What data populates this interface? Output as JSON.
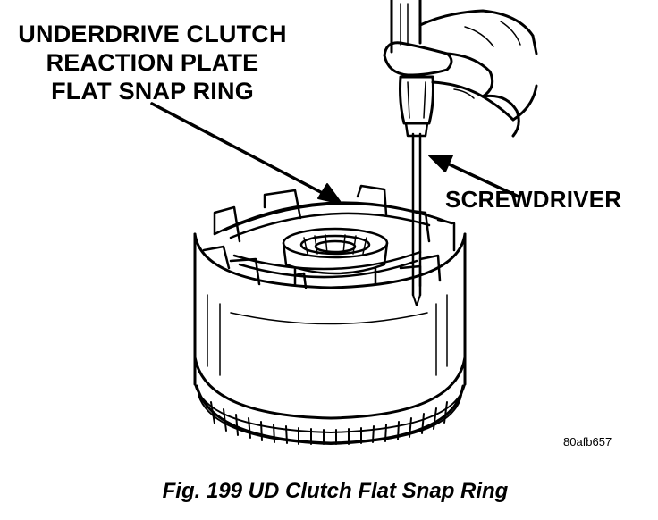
{
  "labels": {
    "snap_ring_line1": "UNDERDRIVE CLUTCH",
    "snap_ring_line2": "REACTION PLATE",
    "snap_ring_line3": "FLAT SNAP RING",
    "screwdriver": "SCREWDRIVER"
  },
  "figure_code": "80afb657",
  "caption": "Fig. 199 UD Clutch Flat Snap Ring"
}
